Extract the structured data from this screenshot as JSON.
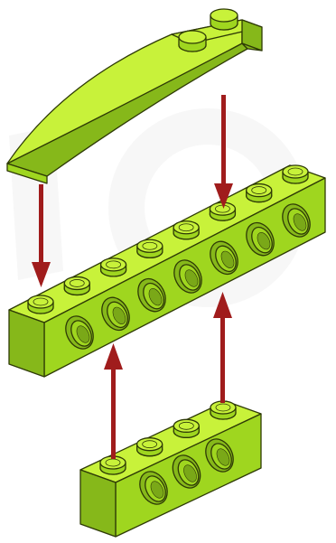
{
  "diagram": {
    "description_visible_text": "",
    "parts": [
      {
        "kind": "curved-slope-brick",
        "studs": 2
      },
      {
        "kind": "technic-beam",
        "studs": 8,
        "holes": 7
      },
      {
        "kind": "technic-beam",
        "studs": 4,
        "holes": 3
      }
    ],
    "arrows": 4
  },
  "colors": {
    "brick_top": "#c8f23a",
    "brick_front": "#9fd61f",
    "brick_side": "#86b81a",
    "outline": "#2e3a06",
    "arrow": "#a01c1c",
    "watermark": "#f2f2f2"
  }
}
